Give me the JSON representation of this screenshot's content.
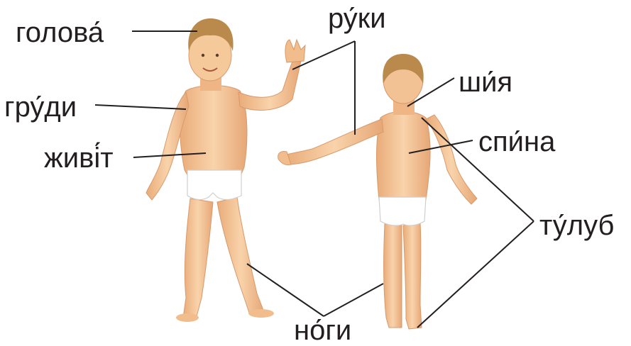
{
  "diagram": {
    "labels": {
      "head": "голова́",
      "chest": "гру́ди",
      "belly": "живі́т",
      "arms": "ру́ки",
      "neck": "ши́я",
      "back": "спи́на",
      "torso": "ту́луб",
      "legs": "но́ги"
    }
  },
  "colors": {
    "skin": "#f6c99b",
    "skin_shade": "#e4a674",
    "hair": "#b98a4c",
    "underwear": "#ffffff",
    "line": "#231f20",
    "text": "#231f20"
  }
}
